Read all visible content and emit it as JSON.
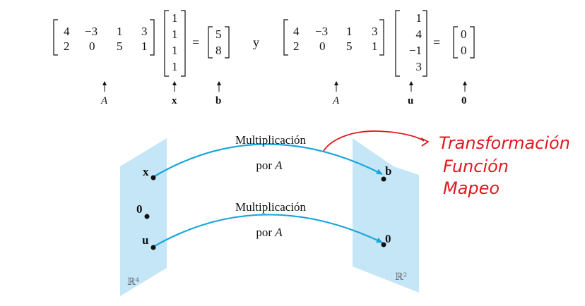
{
  "equation1": {
    "A_rows": [
      [
        "4",
        "−3",
        "1",
        "3"
      ],
      [
        "2",
        "0",
        "5",
        "1"
      ]
    ],
    "x_vec": [
      "1",
      "1",
      "1",
      "1"
    ],
    "equals": "=",
    "b_vec": [
      "5",
      "8"
    ],
    "labels": {
      "A": "A",
      "x": "x",
      "b": "b"
    }
  },
  "conjunction": "y",
  "equation2": {
    "A_rows": [
      [
        "4",
        "−3",
        "1",
        "3"
      ],
      [
        "2",
        "0",
        "5",
        "1"
      ]
    ],
    "u_vec": [
      "1",
      "4",
      "−1",
      "3"
    ],
    "equals": "=",
    "zero_vec": [
      "0",
      "0"
    ],
    "labels": {
      "A": "A",
      "u": "u",
      "zero": "0"
    }
  },
  "diagram": {
    "arrow1_line1": "Multiplicación",
    "arrow1_line2_prefix": "por ",
    "arrow1_line2_var": "A",
    "arrow2_line1": "Multiplicación",
    "arrow2_line2_prefix": "por ",
    "arrow2_line2_var": "A",
    "domain_points": [
      "x",
      "0",
      "u"
    ],
    "codomain_points": [
      "b",
      "0"
    ],
    "domain_label": "ℝ⁴",
    "codomain_label": "ℝ²",
    "colors": {
      "plane_fill": "#c5e6f6",
      "arrow": "#1aa7dc",
      "annotation": "#e0191f"
    }
  },
  "annotation": {
    "lines": [
      "Transformación",
      "Función",
      "Mapeo"
    ]
  }
}
